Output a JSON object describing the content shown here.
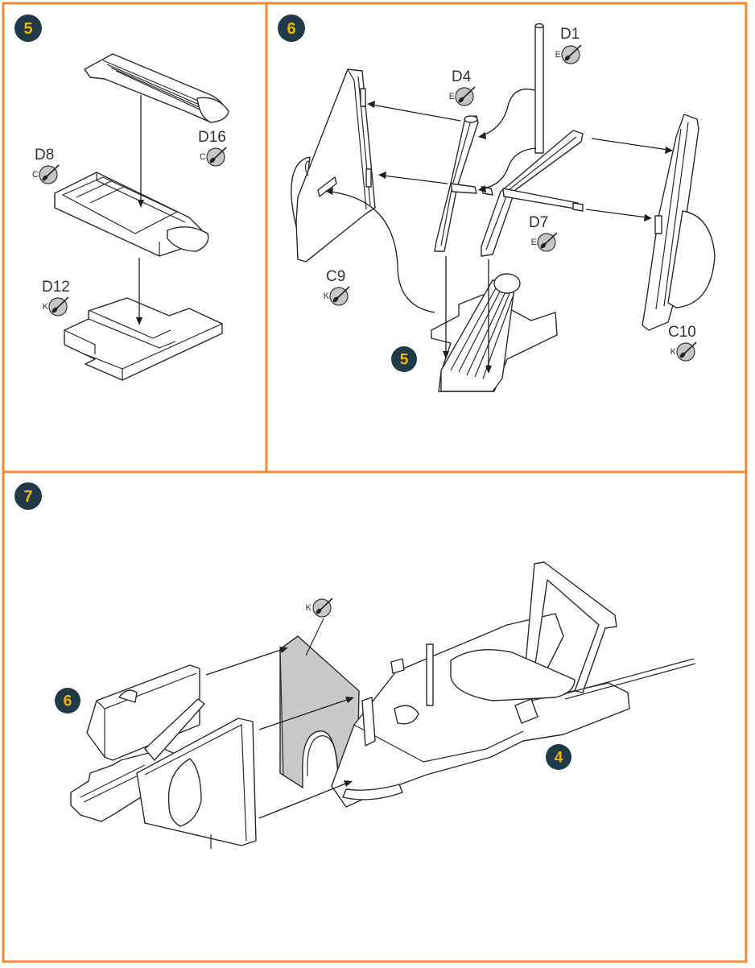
{
  "steps": [
    {
      "number": "5"
    },
    {
      "number": "6"
    },
    {
      "number": "7"
    }
  ],
  "sub_assemblies": {
    "step6_ref": "5",
    "step7_ref_a": "6",
    "step7_ref_b": "4"
  },
  "parts": {
    "d16": {
      "code": "D16",
      "paint": "C"
    },
    "d8": {
      "code": "D8",
      "paint": "C"
    },
    "d12": {
      "code": "D12",
      "paint": "K"
    },
    "d1": {
      "code": "D1",
      "paint": "E"
    },
    "d4": {
      "code": "D4",
      "paint": "E"
    },
    "d7": {
      "code": "D7",
      "paint": "E"
    },
    "c9": {
      "code": "C9",
      "paint": "K"
    },
    "c10": {
      "code": "C10",
      "paint": "K"
    },
    "bulkhead": {
      "paint": "K"
    }
  },
  "colors": {
    "frame": "#ef8a2f",
    "badge": "#213a47",
    "badge_text": "#f4b400",
    "bulkhead_fill": "#c9c9c9"
  },
  "icons": {
    "paint": "paintbrush-icon",
    "arrow": "arrow-icon"
  }
}
